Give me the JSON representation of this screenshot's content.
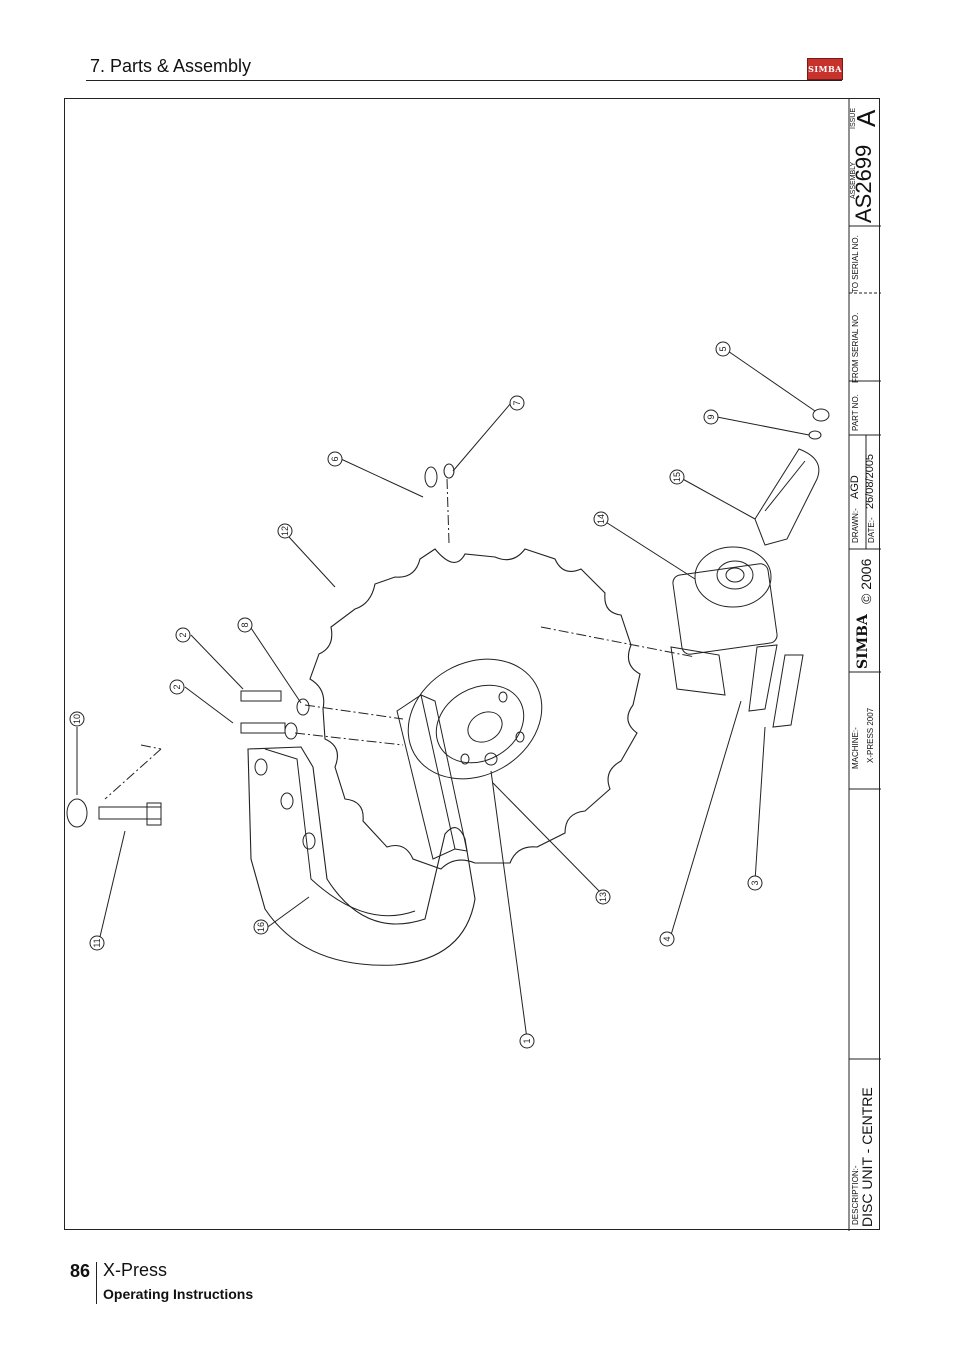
{
  "header": {
    "section_title": "7. Parts & Assembly",
    "logo_text": "SIMBA"
  },
  "title_block": {
    "issue_label": "ISSUE",
    "issue_value": "A",
    "assembly_label": "ASSEMBLY",
    "assembly_value": "AS2699",
    "to_serial_label": "TO SERIAL NO.",
    "from_serial_label": "FROM SERIAL NO.",
    "part_no_label": "PART NO.",
    "drawn_label": "DRAWN:-",
    "drawn_value": "AGD",
    "date_label": "DATE:-",
    "date_value": "26/08/2005",
    "copyright": "© 2006",
    "brand": "SIMBA",
    "machine_label": "MACHINE:-",
    "machine_value": "X-PRESS 2007",
    "description_label": "DESCRIPTION:-",
    "description_value": "DISC UNIT - CENTRE"
  },
  "balloons": [
    "1",
    "2",
    "2",
    "3",
    "4",
    "5",
    "6",
    "7",
    "8",
    "9",
    "10",
    "11",
    "12",
    "13",
    "14",
    "15",
    "16"
  ],
  "footer": {
    "page_number": "86",
    "product": "X-Press",
    "subtitle": "Operating Instructions"
  }
}
